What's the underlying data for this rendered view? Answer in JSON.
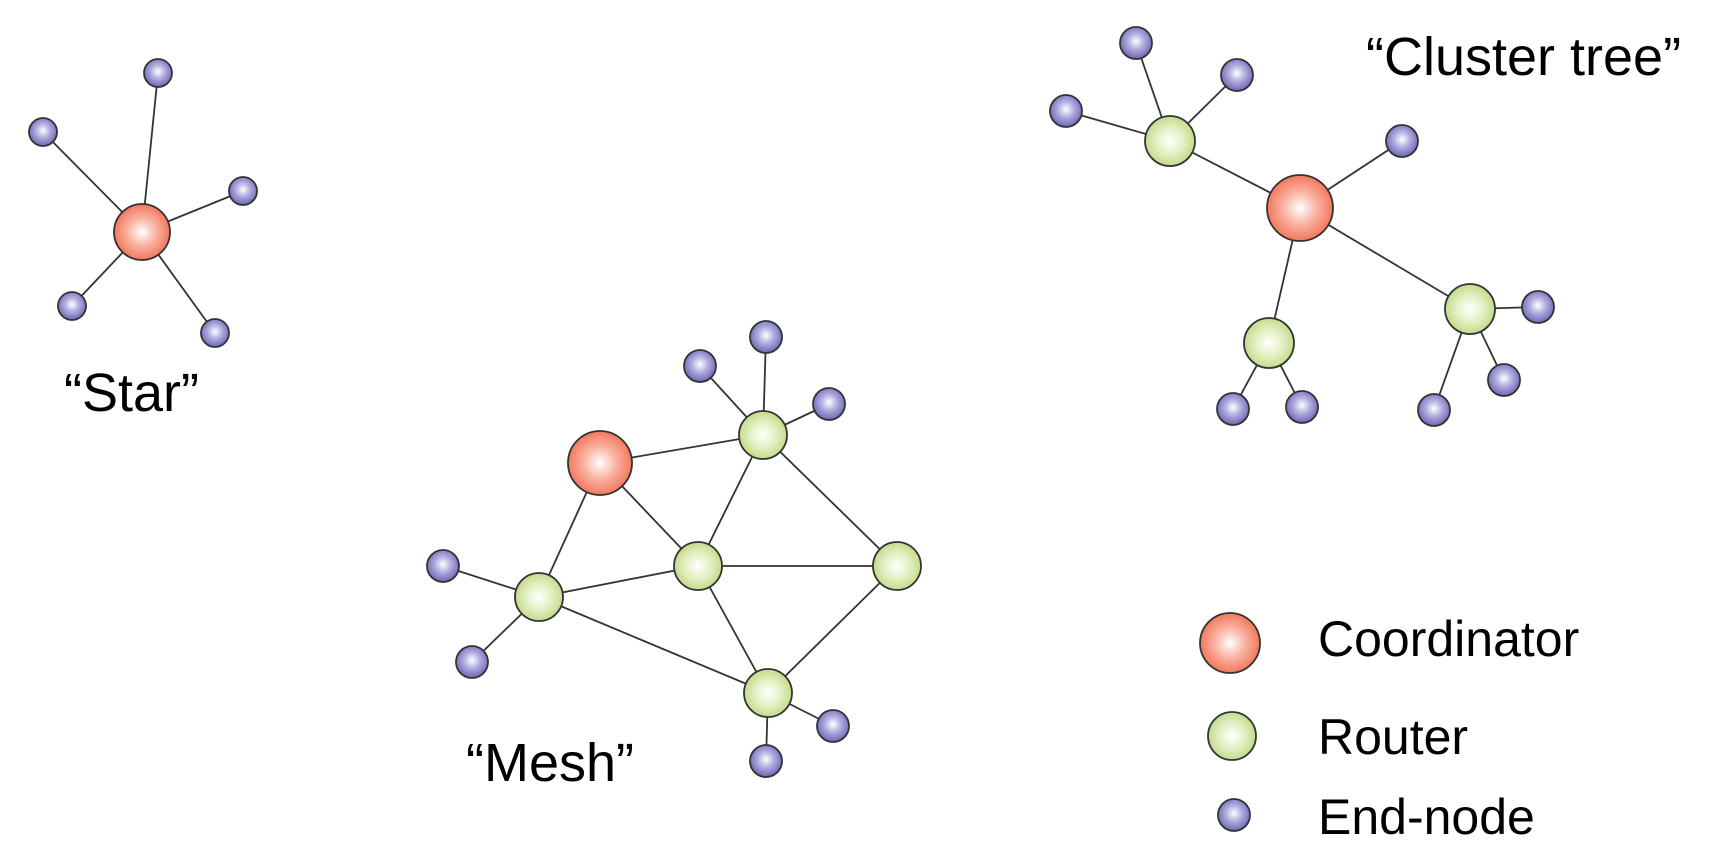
{
  "labels": {
    "star": "“Star”",
    "mesh": "“Mesh”",
    "cluster_tree": "“Cluster tree”"
  },
  "legend": {
    "coordinator": "Coordinator",
    "router": "Router",
    "end_node": "End-node"
  },
  "colors": {
    "coordinator": "#f4826b",
    "router": "#cfe39b",
    "end_node": "#8a84c8",
    "edge": "#333333",
    "text": "#000000"
  }
}
